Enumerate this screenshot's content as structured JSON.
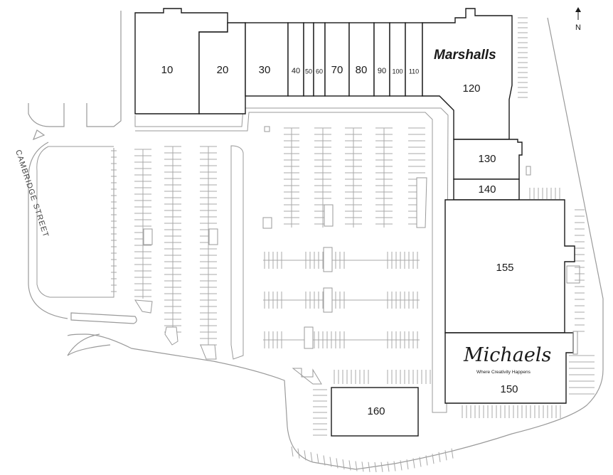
{
  "map": {
    "street": "CAMBRIDGE STREET",
    "north": "N",
    "suites": [
      {
        "id": "10",
        "label": "10"
      },
      {
        "id": "20",
        "label": "20"
      },
      {
        "id": "30",
        "label": "30"
      },
      {
        "id": "40",
        "label": "40"
      },
      {
        "id": "50",
        "label": "50"
      },
      {
        "id": "60",
        "label": "60"
      },
      {
        "id": "70",
        "label": "70"
      },
      {
        "id": "80",
        "label": "80"
      },
      {
        "id": "90",
        "label": "90"
      },
      {
        "id": "100",
        "label": "100"
      },
      {
        "id": "110",
        "label": "110"
      },
      {
        "id": "120",
        "label": "120"
      },
      {
        "id": "130",
        "label": "130"
      },
      {
        "id": "140",
        "label": "140"
      },
      {
        "id": "155",
        "label": "155"
      },
      {
        "id": "150",
        "label": "150"
      },
      {
        "id": "160",
        "label": "160"
      }
    ],
    "tenants": {
      "marshalls": {
        "name": "Marshalls",
        "suite": "120"
      },
      "michaels": {
        "name": "Michaels",
        "tagline": "Where Creativity Happens",
        "suite": "150"
      }
    }
  }
}
